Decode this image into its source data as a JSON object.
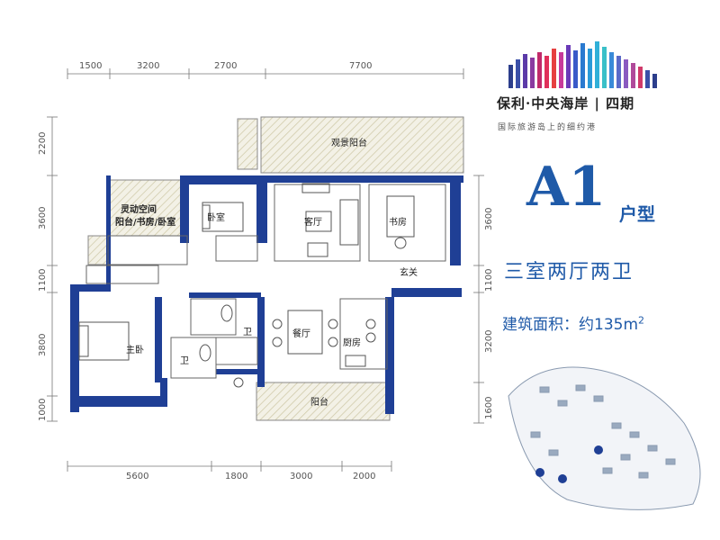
{
  "brand": {
    "name": "保利·中央海岸 | 四期",
    "tagline": "国际旅游岛上的细约港"
  },
  "unit": {
    "code": "A1",
    "suffix": "户型",
    "layout": "三室两厅两卫",
    "area_label": "建筑面积：约",
    "area_value": "135",
    "area_unit": "m",
    "area_unit_sup": "2"
  },
  "rooms": {
    "view_balcony": "观景阳台",
    "flex_space_1": "灵动空间",
    "flex_space_2": "阳台/书房/卧室",
    "bedroom": "卧室",
    "living_room": "客厅",
    "study": "书房",
    "entrance": "玄关",
    "master_bedroom": "主卧",
    "bath_1": "卫",
    "bath_2": "卫",
    "dining": "餐厅",
    "kitchen": "厨房",
    "balcony": "阳台"
  },
  "dimensions": {
    "top": [
      "1500",
      "3200",
      "2700",
      "7700"
    ],
    "bottom": [
      "5600",
      "1800",
      "3000",
      "2000"
    ],
    "left": [
      "2200",
      "3600",
      "1100",
      "3800",
      "1000"
    ],
    "right": [
      "3600",
      "1100",
      "3200",
      "1600"
    ]
  },
  "colors": {
    "wall": "#1f3f95",
    "accent": "#1f5aa8",
    "hatch": "#cfc9a8"
  }
}
